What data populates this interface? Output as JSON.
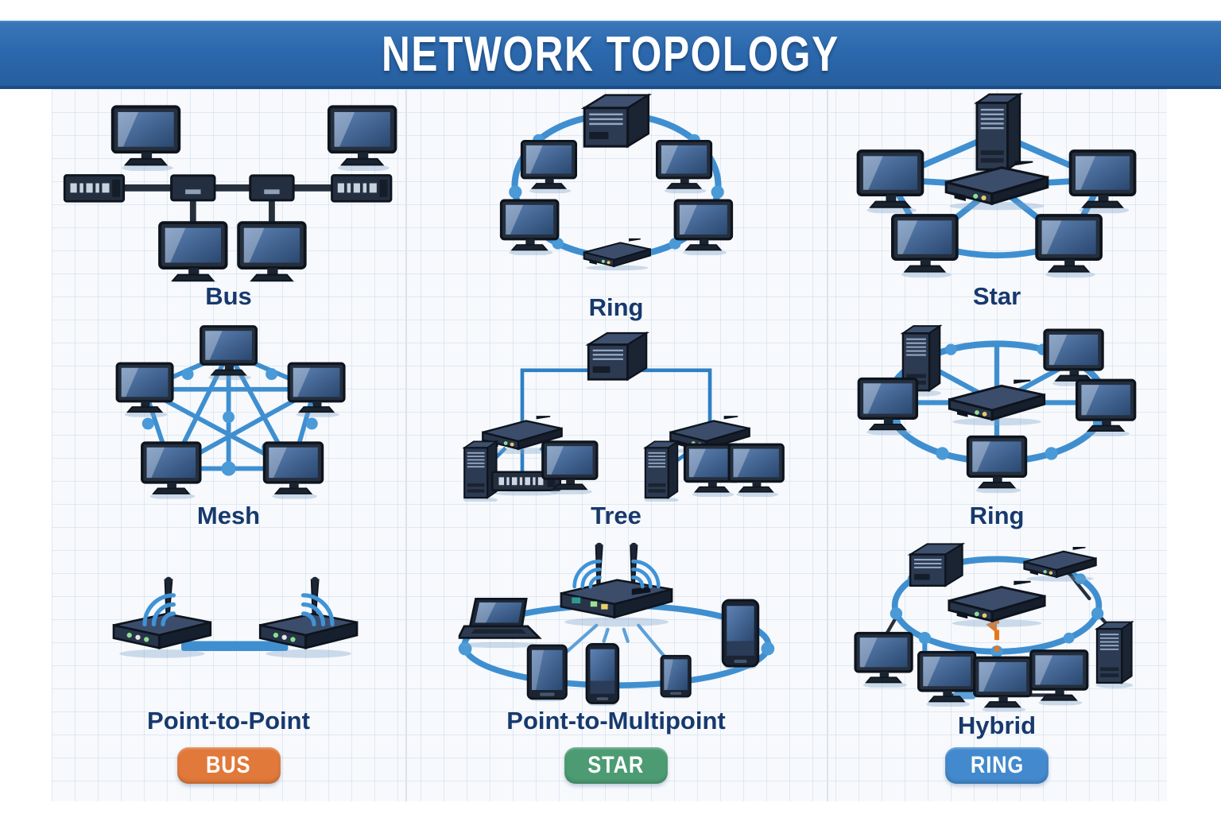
{
  "header": {
    "title": "NETWORK TOPOLOGY"
  },
  "cells": [
    {
      "id": "bus",
      "label": "Bus"
    },
    {
      "id": "ring-top",
      "label": "Ring"
    },
    {
      "id": "star",
      "label": "Star"
    },
    {
      "id": "mesh",
      "label": "Mesh"
    },
    {
      "id": "tree",
      "label": "Tree"
    },
    {
      "id": "ring-mid",
      "label": "Ring"
    },
    {
      "id": "point-to-point",
      "label": "Point-to-Point"
    },
    {
      "id": "point-to-multipoint",
      "label": "Point-to-Multipoint"
    },
    {
      "id": "hybrid",
      "label": "Hybrid"
    }
  ],
  "badges": [
    {
      "label": "BUS",
      "color": "#e0793a"
    },
    {
      "label": "STAR",
      "color": "#4c9b73"
    },
    {
      "label": "RING",
      "color": "#4289cd"
    }
  ],
  "colors": {
    "header_bar": "#2b68ad",
    "label_text": "#17396d",
    "connection_blue": "#3f8fd0",
    "dark_cable": "#262f3c",
    "orange_connector": "#e8761e"
  },
  "icons": {
    "monitor": "desktop-monitor",
    "tower": "server-tower",
    "serverbox": "server-box",
    "switch": "network-switch",
    "router": "wireless-router",
    "laptop": "laptop",
    "phone": "smartphone",
    "tablet": "tablet",
    "wifi": "wifi-signal-arcs",
    "terminator": "bus-terminator"
  }
}
